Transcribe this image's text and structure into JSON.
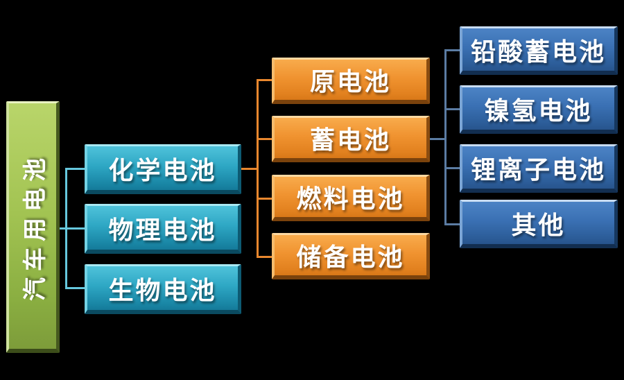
{
  "diagram": {
    "root": {
      "label": "汽车用电池"
    },
    "level1": [
      {
        "label": "化学电池"
      },
      {
        "label": "物理电池"
      },
      {
        "label": "生物电池"
      }
    ],
    "level2": [
      {
        "label": "原电池"
      },
      {
        "label": "蓄电池"
      },
      {
        "label": "燃料电池"
      },
      {
        "label": "储备电池"
      }
    ],
    "level3": [
      {
        "label": "铅酸蓄电池"
      },
      {
        "label": "镍氢电池"
      },
      {
        "label": "锂离子电池"
      },
      {
        "label": "其他"
      }
    ],
    "colors": {
      "background": "#000000",
      "root_green": "#a2c352",
      "level1_teal": "#2ea7c4",
      "level2_orange": "#f09330",
      "level3_blue": "#3a70b3",
      "connector_teal": "#66c8de",
      "connector_orange": "#e8872e",
      "connector_steel": "#5b7ca3"
    }
  }
}
